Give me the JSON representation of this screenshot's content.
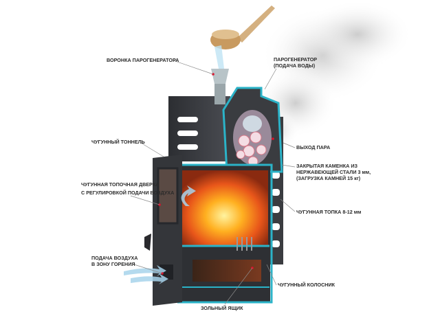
{
  "labels": {
    "funnel": "ВОРОНКА ПАРОГЕНЕРАТОРА",
    "steam_gen_1": "ПАРОГЕНЕРАТОР",
    "steam_gen_2": "(ПОДАЧА ВОДЫ)",
    "tunnel": "ЧУГУННЫЙ ТОННЕЛЬ",
    "door_1": "ЧУГУННАЯ ТОПОЧНАЯ ДВЕРКА",
    "door_2": "С  РЕГУЛИРОВКОЙ ПОДАЧИ ВОЗДУХА",
    "steam_out": "ВЫХОД ПАРА",
    "heater_1": "ЗАКРЫТАЯ КАМЕНКА ИЗ",
    "heater_2": "НЕРЖАВЕЮЩЕЙ СТАЛИ 3 мм,",
    "heater_3": "(ЗАГРУЗКА КАМНЕЙ 15 кг)",
    "firebox": "ЧУГУННАЯ ТОПКА 8-12 мм",
    "air_1": "ПОДАЧА ВОЗДУХА",
    "air_2": "В ЗОНУ ГОРЕНИЯ",
    "grate": "ЧУГУННЫЙ КОЛОСНИК",
    "ash_box": "ЗОЛЬНЫЙ ЯЩИК"
  },
  "colors": {
    "iron": "#3a3c40",
    "section": "#2bb3c8",
    "fire": "#f08a1a",
    "marker": "#e0102a"
  }
}
